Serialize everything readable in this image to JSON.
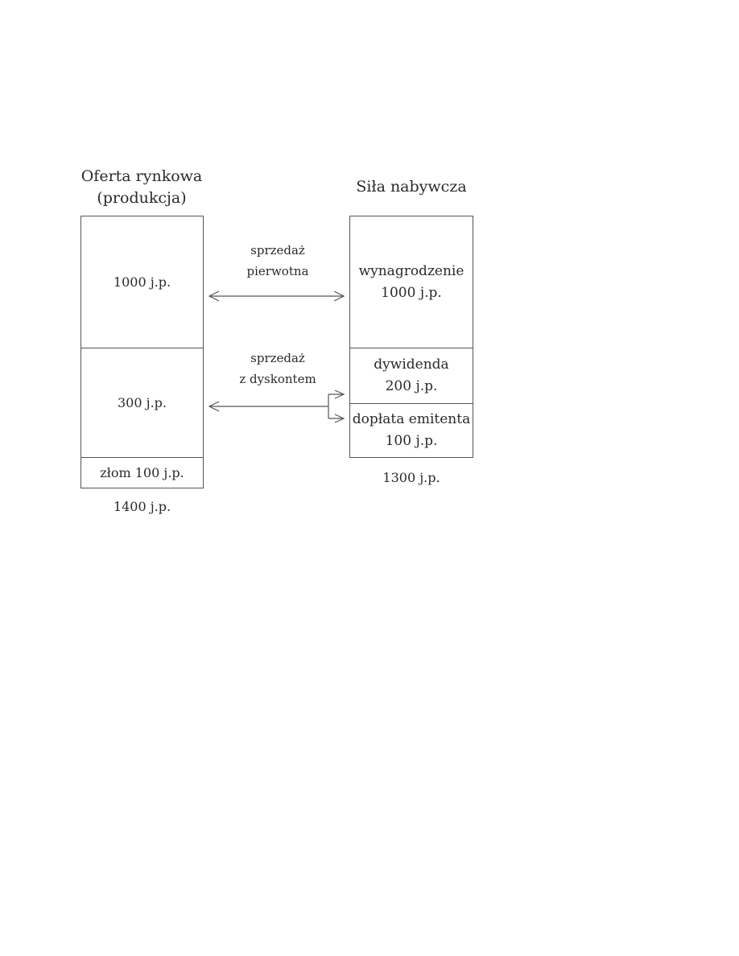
{
  "left_column": {
    "title_line1": "Oferta rynkowa",
    "title_line2": "(produkcja)",
    "cells": [
      "1000 j.p.",
      "300 j.p.",
      "złom 100 j.p."
    ],
    "total": "1400 j.p."
  },
  "right_column": {
    "title": "Siła nabywcza",
    "cells": [
      {
        "label": "wynagrodzenie",
        "value": "1000 j.p."
      },
      {
        "label": "dywidenda",
        "value": "200 j.p."
      },
      {
        "label": "dopłata emitenta",
        "value": "100 j.p."
      }
    ],
    "total": "1300 j.p."
  },
  "flows": [
    {
      "line1": "sprzedaż",
      "line2": "pierwotna"
    },
    {
      "line1": "sprzedaż",
      "line2": "z dyskontem"
    }
  ],
  "colors": {
    "line": "#555555",
    "text": "#2a2a2a"
  }
}
